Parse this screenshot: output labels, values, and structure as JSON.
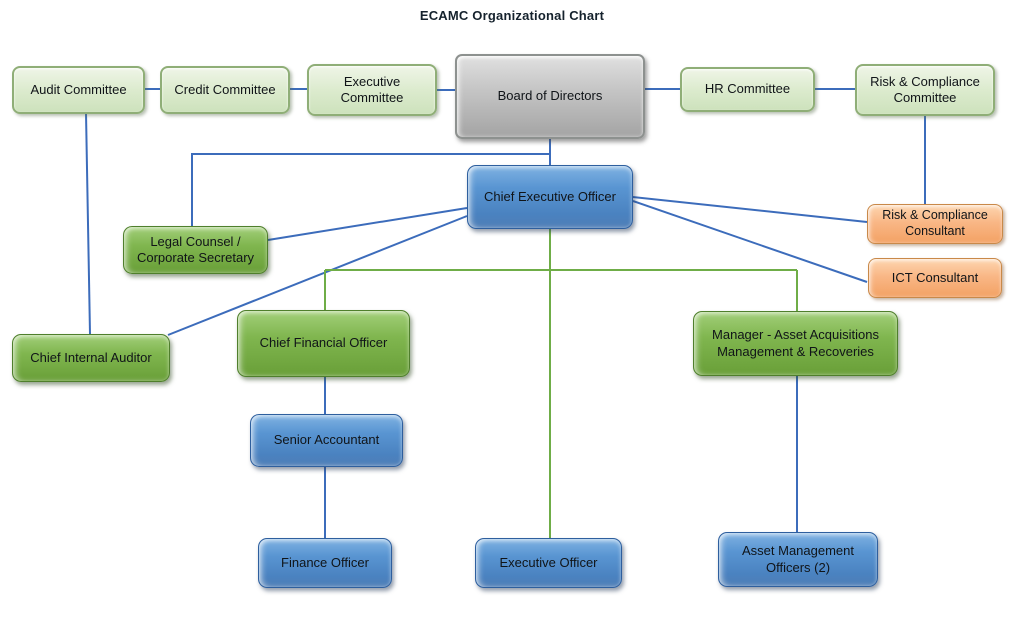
{
  "title": "ECAMC Organizational Chart",
  "colors": {
    "connector_blue": "#3c6cbb",
    "connector_green": "#6fad47",
    "committee_fill": "#dcebce",
    "board_fill": "#bfbfbf",
    "executive_blue_fill": "#5995d2",
    "management_green_fill": "#7fb54e",
    "consultant_orange_fill": "#f9b786",
    "text": "#101418"
  },
  "nodes": {
    "audit_committee": {
      "label": "Audit Committee",
      "type": "committee"
    },
    "credit_committee": {
      "label": "Credit Committee",
      "type": "committee"
    },
    "executive_committee": {
      "label": "Executive Committee",
      "type": "committee"
    },
    "board_of_directors": {
      "label": "Board of Directors",
      "type": "board"
    },
    "hr_committee": {
      "label": "HR Committee",
      "type": "committee"
    },
    "risk_compliance_committee": {
      "label": "Risk & Compliance Committee",
      "type": "committee"
    },
    "ceo": {
      "label": "Chief Executive Officer",
      "type": "executive"
    },
    "legal_counsel": {
      "label": "Legal Counsel / Corporate Secretary",
      "type": "management"
    },
    "risk_compliance_consultant": {
      "label": "Risk & Compliance Consultant",
      "type": "consultant"
    },
    "ict_consultant": {
      "label": "ICT Consultant",
      "type": "consultant"
    },
    "chief_internal_auditor": {
      "label": "Chief Internal Auditor",
      "type": "management"
    },
    "chief_financial_officer": {
      "label": "Chief Financial Officer",
      "type": "management"
    },
    "manager_aamr": {
      "label": "Manager - Asset Acquisitions Management & Recoveries",
      "type": "management"
    },
    "senior_accountant": {
      "label": "Senior Accountant",
      "type": "staff"
    },
    "finance_officer": {
      "label": "Finance Officer",
      "type": "staff"
    },
    "executive_officer": {
      "label": "Executive Officer",
      "type": "staff"
    },
    "asset_management_officers": {
      "label": "Asset Management Officers (2)",
      "type": "staff"
    }
  },
  "edges": [
    {
      "from": "audit_committee",
      "to": "credit_committee",
      "color": "blue"
    },
    {
      "from": "credit_committee",
      "to": "executive_committee",
      "color": "blue"
    },
    {
      "from": "executive_committee",
      "to": "board_of_directors",
      "color": "blue"
    },
    {
      "from": "board_of_directors",
      "to": "hr_committee",
      "color": "blue"
    },
    {
      "from": "hr_committee",
      "to": "risk_compliance_committee",
      "color": "blue"
    },
    {
      "from": "board_of_directors",
      "to": "ceo",
      "color": "blue"
    },
    {
      "from": "board_of_directors",
      "to": "legal_counsel",
      "color": "blue"
    },
    {
      "from": "audit_committee",
      "to": "chief_internal_auditor",
      "color": "blue"
    },
    {
      "from": "risk_compliance_committee",
      "to": "risk_compliance_consultant",
      "color": "blue"
    },
    {
      "from": "ceo",
      "to": "legal_counsel",
      "color": "blue"
    },
    {
      "from": "ceo",
      "to": "chief_internal_auditor",
      "color": "blue"
    },
    {
      "from": "ceo",
      "to": "risk_compliance_consultant",
      "color": "blue"
    },
    {
      "from": "ceo",
      "to": "ict_consultant",
      "color": "blue"
    },
    {
      "from": "ceo",
      "to": "chief_financial_officer",
      "color": "green"
    },
    {
      "from": "ceo",
      "to": "manager_aamr",
      "color": "green"
    },
    {
      "from": "ceo",
      "to": "executive_officer",
      "color": "green"
    },
    {
      "from": "chief_financial_officer",
      "to": "senior_accountant",
      "color": "blue"
    },
    {
      "from": "senior_accountant",
      "to": "finance_officer",
      "color": "blue"
    },
    {
      "from": "manager_aamr",
      "to": "asset_management_officers",
      "color": "blue"
    }
  ]
}
